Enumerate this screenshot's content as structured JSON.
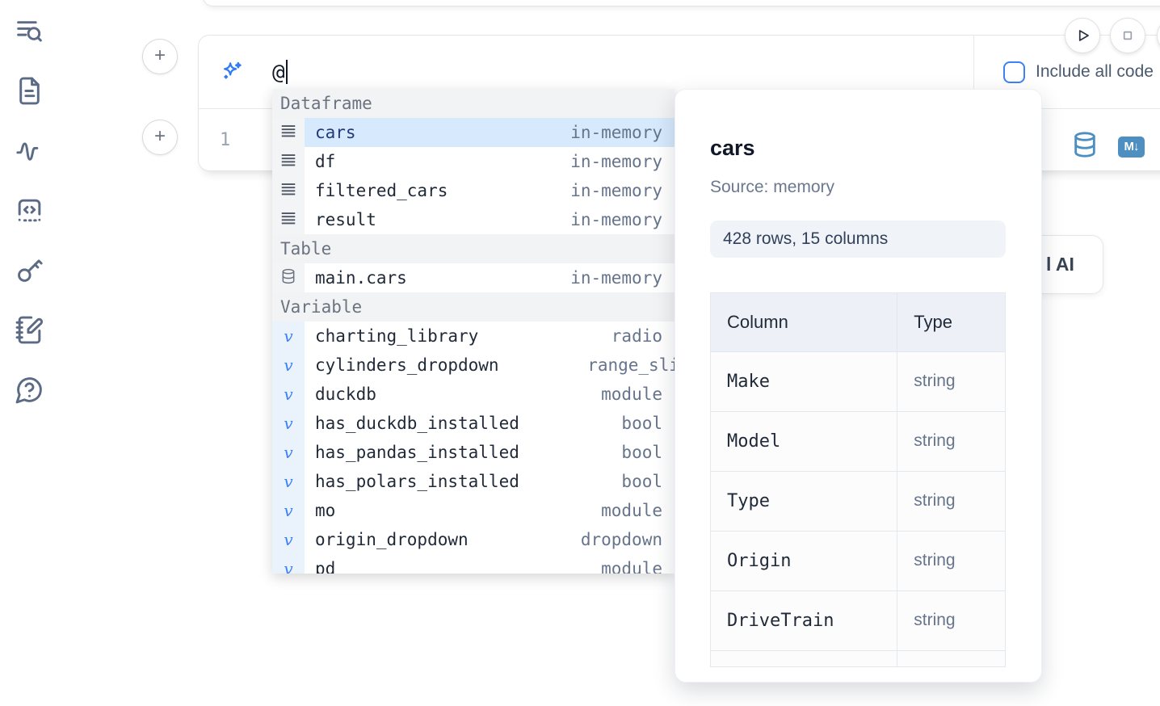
{
  "colors": {
    "accent_blue": "#3b82f6",
    "sparkle_blue": "#2f7cf6",
    "steel_blue": "#4d8fc0",
    "selection_bg": "#d7e9fc",
    "sidebar_icon": "#5b6b85",
    "muted_text": "#66748c"
  },
  "sidebar": {
    "items": [
      {
        "icon": "list-search-icon"
      },
      {
        "icon": "file-icon"
      },
      {
        "icon": "activity-wave-icon"
      },
      {
        "icon": "code-snippet-icon"
      },
      {
        "icon": "key-icon"
      },
      {
        "icon": "notebook-pen-icon"
      },
      {
        "icon": "help-chat-icon"
      }
    ]
  },
  "run_controls": {
    "play": "play-icon",
    "stop": "stop-icon"
  },
  "ai_prompt": {
    "value": "@",
    "include_all_code_label": "Include all code",
    "checkbox_checked": false
  },
  "editor": {
    "line_number": "1"
  },
  "autocomplete": {
    "sections": [
      {
        "label": "Dataframe",
        "icon": "dataframe-rows-icon",
        "items": [
          {
            "name": "cars",
            "type": "in-memory",
            "selected": true
          },
          {
            "name": "df",
            "type": "in-memory"
          },
          {
            "name": "filtered_cars",
            "type": "in-memory"
          },
          {
            "name": "result",
            "type": "in-memory"
          }
        ]
      },
      {
        "label": "Table",
        "icon": "database-icon",
        "items": [
          {
            "name": "main.cars",
            "type": "in-memory"
          }
        ]
      },
      {
        "label": "Variable",
        "icon": "variable-icon",
        "items": [
          {
            "name": "charting_library",
            "type": "radio"
          },
          {
            "name": "cylinders_dropdown",
            "type": "range_sli",
            "clipped": true
          },
          {
            "name": "duckdb",
            "type": "module"
          },
          {
            "name": "has_duckdb_installed",
            "type": "bool"
          },
          {
            "name": "has_pandas_installed",
            "type": "bool"
          },
          {
            "name": "has_polars_installed",
            "type": "bool"
          },
          {
            "name": "mo",
            "type": "module"
          },
          {
            "name": "origin_dropdown",
            "type": "dropdown"
          },
          {
            "name": "pd",
            "type": "module",
            "partial": true
          }
        ]
      }
    ]
  },
  "preview": {
    "title": "cars",
    "source": "Source: memory",
    "shape_badge": "428 rows, 15 columns",
    "table": {
      "headers": [
        "Column",
        "Type"
      ],
      "rows": [
        {
          "column": "Make",
          "type": "string"
        },
        {
          "column": "Model",
          "type": "string"
        },
        {
          "column": "Type",
          "type": "string"
        },
        {
          "column": "Origin",
          "type": "string"
        },
        {
          "column": "DriveTrain",
          "type": "string"
        },
        {
          "column": "",
          "type": "",
          "partial": true
        }
      ]
    }
  },
  "ai_button": {
    "visible_label": "l AI"
  }
}
